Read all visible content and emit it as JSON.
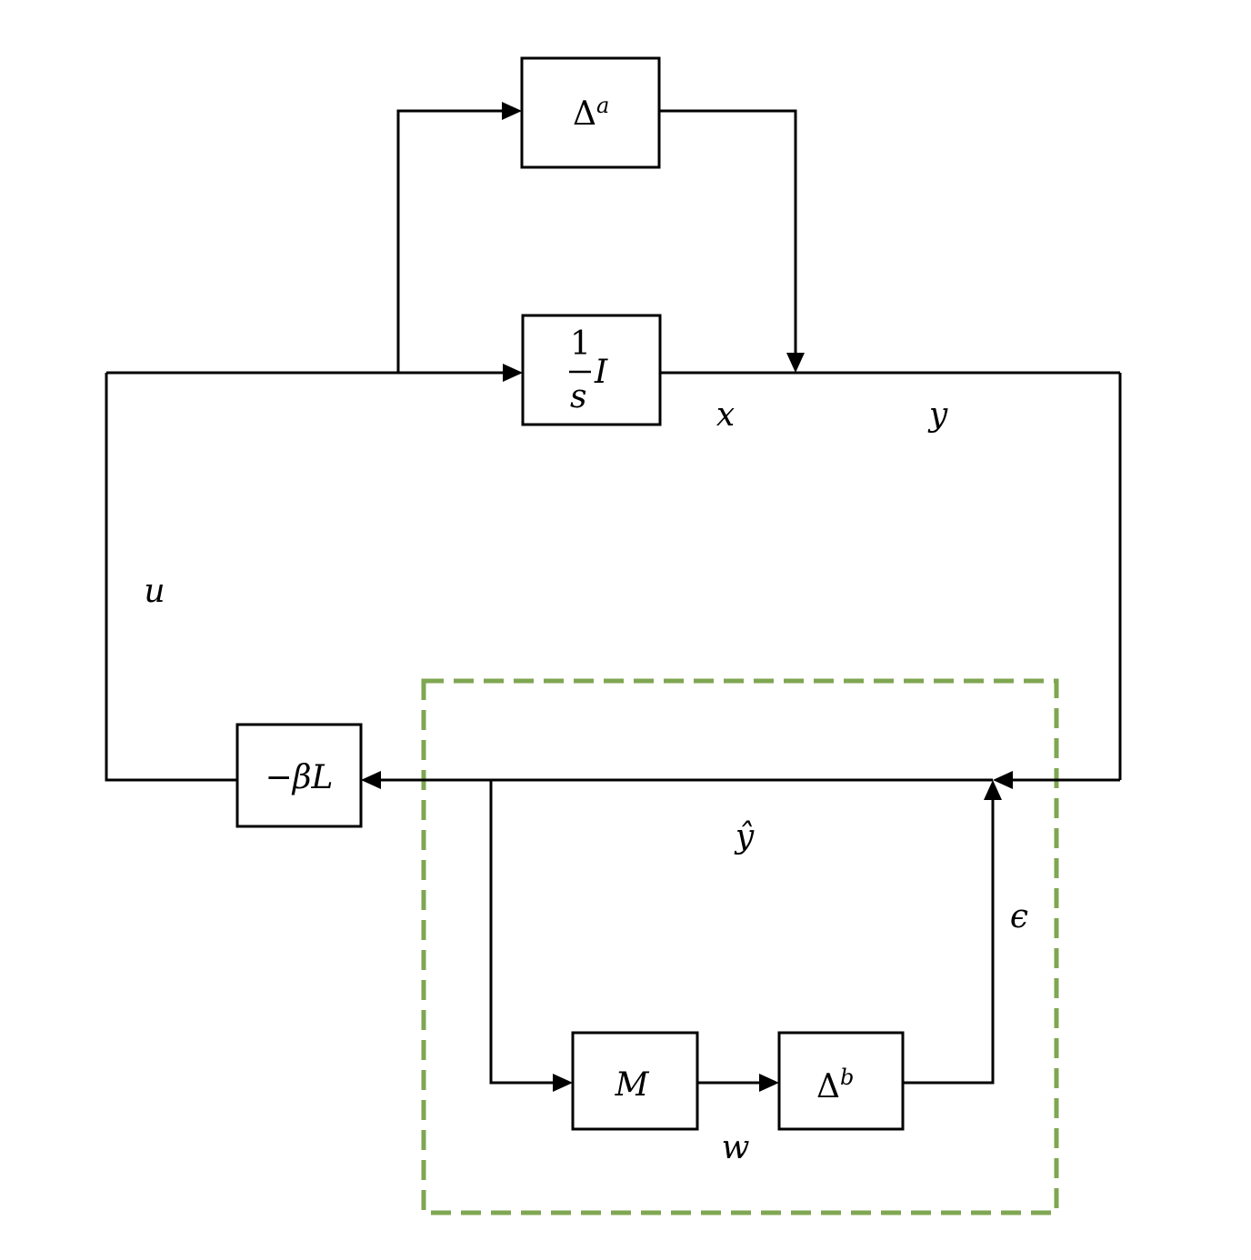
{
  "blocks": {
    "delta_a": {
      "base": "Δ",
      "sup": "a"
    },
    "integrator": {
      "num": "1",
      "den": "s",
      "tail": "I"
    },
    "feedback_gain": {
      "label": "−βL"
    },
    "m_block": {
      "label": "M"
    },
    "delta_b": {
      "base": "Δ",
      "sup": "b"
    }
  },
  "signals": {
    "x": "x",
    "y": "y",
    "u": "u",
    "y_hat": "ŷ",
    "epsilon": "ϵ",
    "w": "w"
  },
  "colors": {
    "line": "#000000",
    "dashed_region": "#7fa652"
  }
}
